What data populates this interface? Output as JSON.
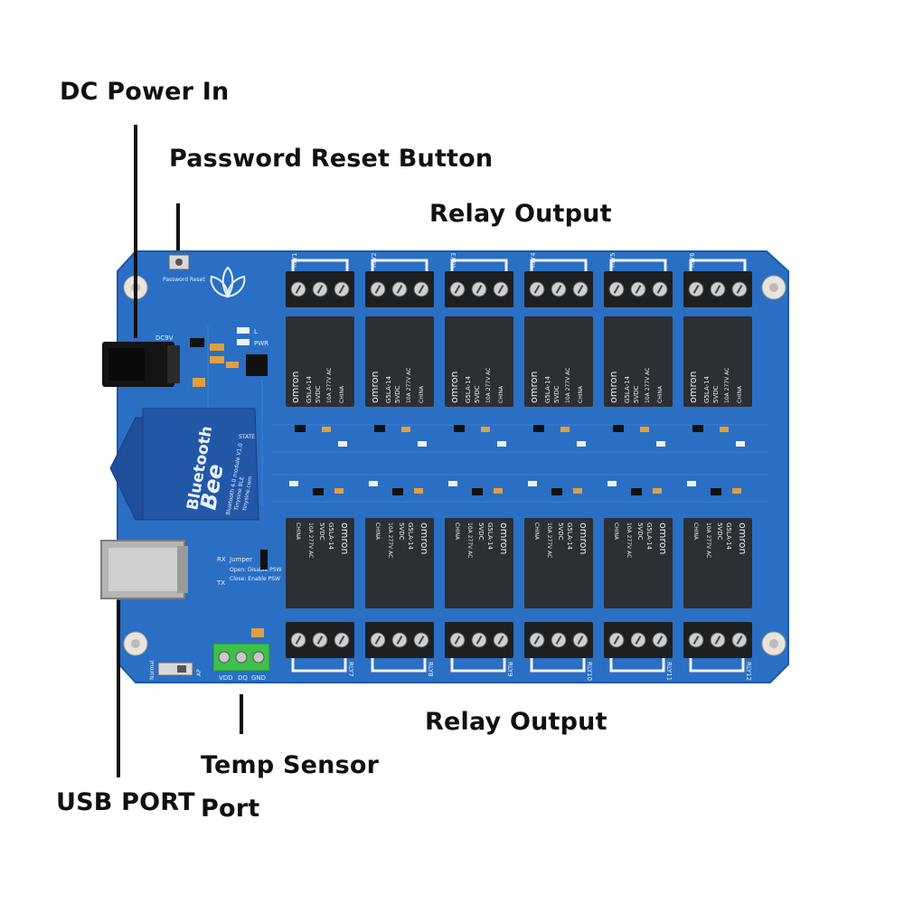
{
  "labels": {
    "dc_power": "DC Power In",
    "password_reset": "Password Reset Button",
    "relay_output_top": "Relay Output",
    "relay_output_bottom": "Relay Output",
    "temp_sensor_line1": "Temp Sensor",
    "temp_sensor_line2": "Port",
    "usb_port": "USB PORT"
  },
  "board": {
    "color": "#2a6fc4",
    "relay_color": "#2c2f33",
    "terminal_color": "#1e1f21",
    "relay_top_labels": [
      "RLY1",
      "RLY2",
      "RLY3",
      "RLY4",
      "RLY5",
      "RLY6"
    ],
    "relay_bottom_labels": [
      "RLY7",
      "RLY8",
      "RLY9",
      "RLY10",
      "RLY11",
      "RLY12"
    ],
    "relay_brand": "omron",
    "relay_model": "G5LA-14",
    "relay_voltage": "5VDC",
    "relay_rating": "10A 277V AC",
    "relay_origin": "CHINA",
    "password_silk": "Password Reset",
    "dc_silk": "DC9V",
    "led_labels": [
      "L",
      "PWR"
    ],
    "bluetooth_title": "Bluetooth",
    "bluetooth_brand": "Bee",
    "bluetooth_line1": "Bluetooth 4.0 module V1.0",
    "bluetooth_line2": "Tinysine BLE",
    "bluetooth_line3": "tinysine.com",
    "state_silk": "STATE",
    "rx_silk": "RX",
    "tx_silk": "TX",
    "jumper_silk": "Jumper",
    "jumper_open": "Open: Disable PSW",
    "jumper_close": "Close: Enable PSW",
    "temp_pins": [
      "VDD",
      "DQ",
      "GND"
    ],
    "switch_normal": "Normal",
    "switch_ap": "AP"
  }
}
